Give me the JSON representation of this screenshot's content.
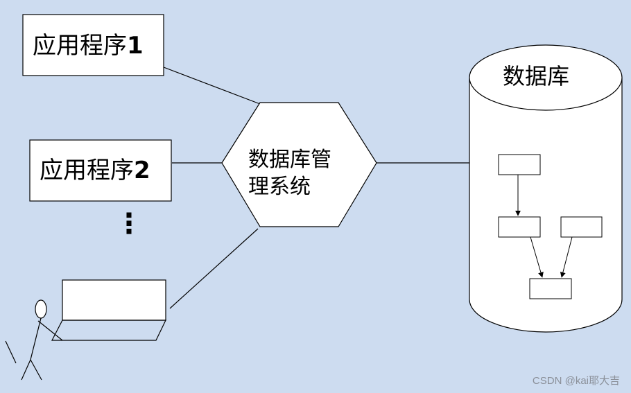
{
  "app1": {
    "text": "应用程序",
    "num": "1"
  },
  "app2": {
    "text": "应用程序",
    "num": "2"
  },
  "ellipsis": "⋮",
  "dbms": {
    "line1": "数据库管",
    "line2": "理系统"
  },
  "database": {
    "title": "数据库"
  },
  "watermark": "CSDN @kai耶大吉",
  "colors": {
    "background": "#cddcf0",
    "shape_fill": "#ffffff",
    "stroke": "#000000"
  }
}
